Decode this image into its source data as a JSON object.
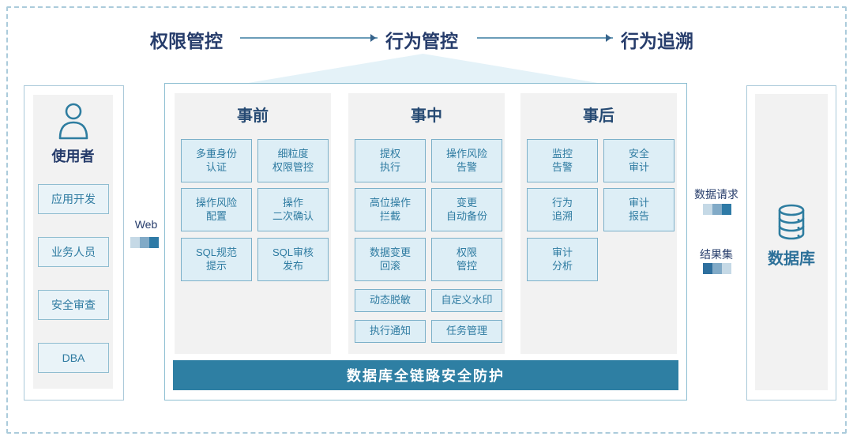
{
  "header": {
    "steps": [
      "权限管控",
      "行为管控",
      "行为追溯"
    ]
  },
  "users_panel": {
    "title": "使用者",
    "items": [
      "应用开发",
      "业务人员",
      "安全审查",
      "DBA"
    ]
  },
  "flows": {
    "web": "Web",
    "request": "数据请求",
    "result": "结果集"
  },
  "phases": [
    {
      "title": "事前",
      "items": [
        "多重身份\n认证",
        "细粒度\n权限管控",
        "操作风险\n配置",
        "操作\n二次确认",
        "SQL规范\n提示",
        "SQL审核\n发布"
      ]
    },
    {
      "title": "事中",
      "items": [
        "提权\n执行",
        "操作风险\n告警",
        "高位操作\n拦截",
        "变更\n自动备份",
        "数据变更\n回滚",
        "权限\n管控",
        "动态脱敏",
        "自定义水印",
        "执行通知",
        "任务管理"
      ]
    },
    {
      "title": "事后",
      "items": [
        "监控\n告警",
        "安全\n审计",
        "行为\n追溯",
        "审计\n报告",
        "审计\n分析"
      ]
    }
  ],
  "banner": "数据库全链路安全防护",
  "database_panel": {
    "title": "数据库"
  },
  "colors": {
    "accent_teal": "#2e7fa3",
    "navy": "#263c6b",
    "box_fill": "#ddeef6",
    "box_border": "#7cb0c9",
    "block_light": "#c5d9e6",
    "block_mid": "#81aac7",
    "block_dark": "#2e7aa6"
  }
}
